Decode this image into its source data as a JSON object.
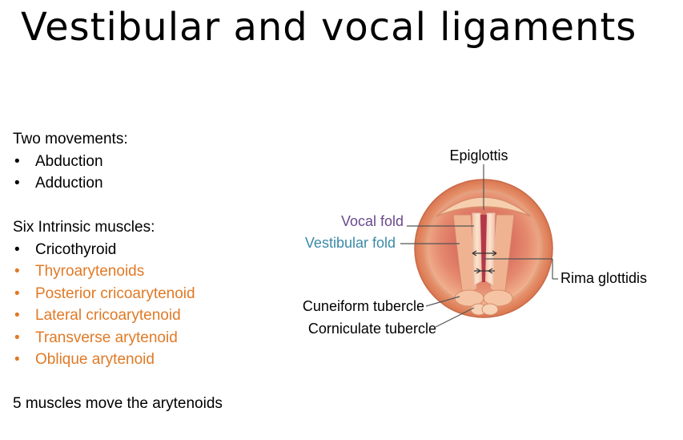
{
  "title": "Vestibular and vocal ligaments",
  "movements": {
    "heading": "Two movements:",
    "items": [
      "Abduction",
      "Adduction"
    ]
  },
  "muscles": {
    "heading": "Six Intrinsic muscles:",
    "items": [
      {
        "label": "Cricothyroid",
        "color": "#000000"
      },
      {
        "label": "Thyroarytenoids",
        "color": "#e07a26"
      },
      {
        "label": "Posterior cricoarytenoid",
        "color": "#e07a26"
      },
      {
        "label": "Lateral cricoarytenoid",
        "color": "#e07a26"
      },
      {
        "label": "Transverse arytenoid",
        "color": "#e07a26"
      },
      {
        "label": "Oblique arytenoid",
        "color": "#e07a26"
      }
    ]
  },
  "footer_note": "5 muscles move the arytenoids",
  "diagram": {
    "labels": {
      "epiglottis": "Epiglottis",
      "vocal_fold": "Vocal fold",
      "vestibular_fold": "Vestibular fold",
      "rima_glottidis": "Rima glottidis",
      "cuneiform_tubercle": "Cuneiform tubercle",
      "corniculate_tubercle": "Corniculate tubercle"
    },
    "colors": {
      "vocal_fold": "#6b4a8c",
      "vestibular_fold": "#3c8aa6",
      "tissue": "#e8906c",
      "rim": "#f2c49c"
    }
  }
}
